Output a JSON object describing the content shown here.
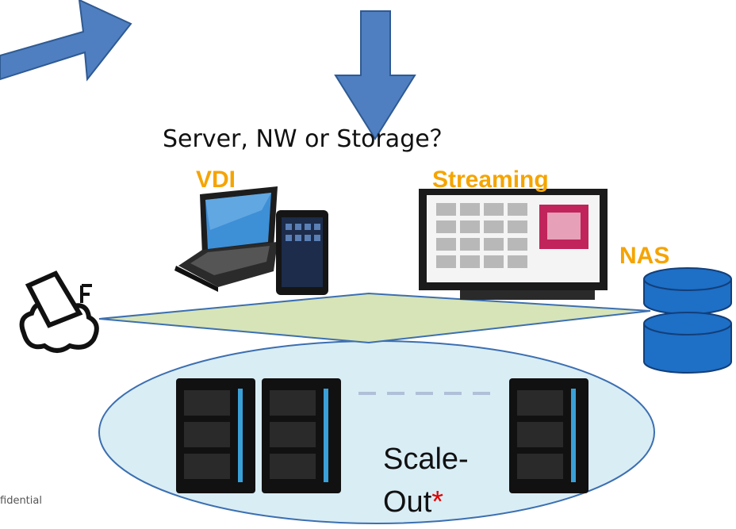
{
  "question": "Server, NW or Storage？",
  "labels": {
    "vdi": "VDI",
    "streaming": "Streaming",
    "nas": "NAS"
  },
  "scale_out": {
    "line1": "Scale-",
    "line2": "Out",
    "asterisk": "*"
  },
  "footer": "fidential",
  "colors": {
    "arrow_fill": "#4f7fc0",
    "arrow_stroke": "#2f5a92",
    "diamond_fill": "#d7e4b8",
    "ellipse_fill": "#d9edf5",
    "nas_fill": "#1e6fc6",
    "label_orange": "#f5a400",
    "asterisk_red": "#e00000"
  },
  "icons": [
    "laptop-icon",
    "tablet-icon",
    "tv-monitor-icon",
    "nas-database-icon",
    "cloud-logo-icon",
    "server-tower-icon"
  ]
}
